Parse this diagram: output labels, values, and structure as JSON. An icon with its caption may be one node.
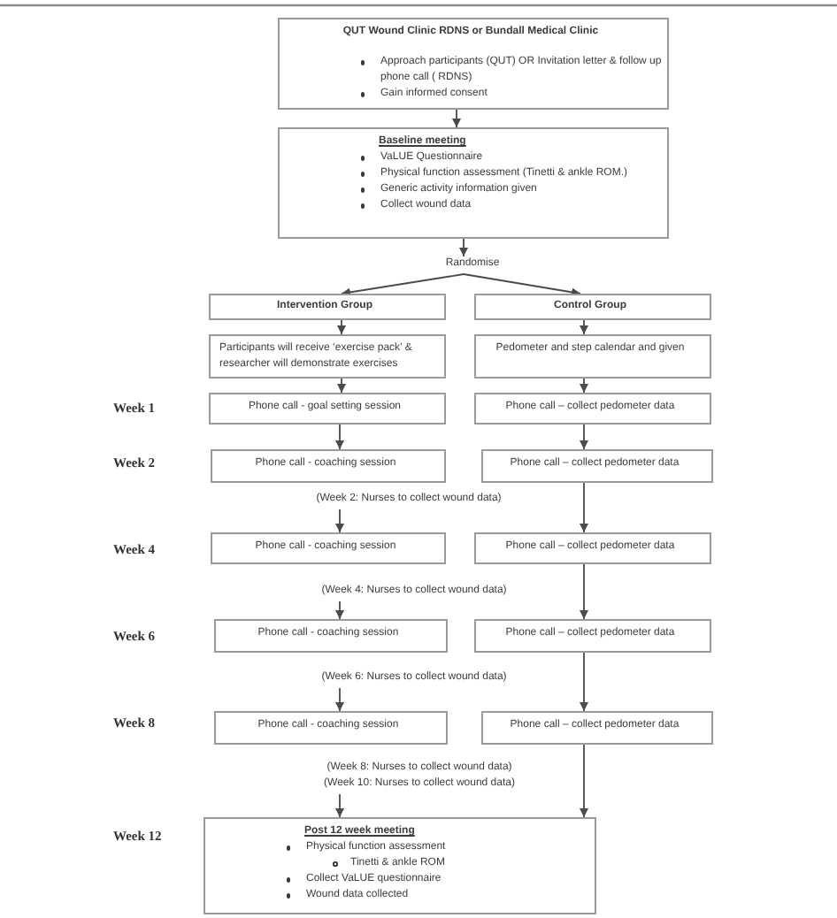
{
  "diagram": {
    "nodes": [
      {
        "text": [
          "QUT Wound Clinic RDNS or Bundall Medical Clinic",
          "Approach participants (QUT) OR Invitation letter & follow up phone call ( RDNS)",
          "Gain informed consent"
        ]
      },
      {
        "text": [
          "Baseline meeting",
          "VaLUE Questionnaire",
          "Physical function assessment (Tinetti & ankle ROM.)",
          "Generic activity information given",
          "Collect wound data"
        ]
      },
      {
        "text": [
          "Randomise"
        ]
      },
      {
        "text": [
          "Intervention Group"
        ]
      },
      {
        "text": [
          "Control Group"
        ]
      },
      {
        "text": [
          "Participants will receive ‘exercise pack’ & researcher will demonstrate exercises"
        ]
      },
      {
        "text": [
          "Pedometer and step calendar and given"
        ]
      },
      {
        "text": [
          "Phone call - goal setting session"
        ]
      },
      {
        "text": [
          "Phone call – collect pedometer data"
        ]
      },
      {
        "text": [
          "Phone call - coaching session"
        ]
      },
      {
        "text": [
          "Phone call – collect pedometer data"
        ]
      },
      {
        "text": [
          "(Week 2: Nurses to collect wound data)"
        ]
      },
      {
        "text": [
          "Phone call - coaching session"
        ]
      },
      {
        "text": [
          "Phone call – collect pedometer data"
        ]
      },
      {
        "text": [
          "(Week 4: Nurses to collect wound data)"
        ]
      },
      {
        "text": [
          "Phone call - coaching session"
        ]
      },
      {
        "text": [
          "Phone call – collect pedometer data"
        ]
      },
      {
        "text": [
          "(Week 6: Nurses to collect wound data)"
        ]
      },
      {
        "text": [
          "Phone call - coaching session"
        ]
      },
      {
        "text": [
          "Phone call – collect pedometer data"
        ]
      },
      {
        "text": [
          "(Week 8: Nurses to collect wound data)",
          "(Week 10: Nurses to collect wound data)"
        ]
      },
      {
        "text": [
          "Post 12 week meeting",
          "Physical function assessment",
          "Tinetti & ankle ROM",
          "Collect VaLUE questionnaire",
          "Wound data collected"
        ]
      }
    ],
    "edges": [
      {
        "from": 0,
        "to": 1,
        "arrow": "to"
      },
      {
        "from": 1,
        "to": 2,
        "arrow": "to"
      },
      {
        "from": 2,
        "to": 3,
        "arrow": "to"
      },
      {
        "from": 2,
        "to": 4,
        "arrow": "to"
      },
      {
        "from": 3,
        "to": 5,
        "arrow": "to"
      },
      {
        "from": 4,
        "to": 6,
        "arrow": "to"
      },
      {
        "from": 5,
        "to": 7,
        "arrow": "to"
      },
      {
        "from": 6,
        "to": 8,
        "arrow": "to"
      },
      {
        "from": 7,
        "to": 9,
        "arrow": "to"
      },
      {
        "from": 8,
        "to": 10,
        "arrow": "to"
      },
      {
        "from": 10,
        "to": 13,
        "arrow": "to"
      },
      {
        "from": 11,
        "to": 12,
        "arrow": "to"
      },
      {
        "from": 13,
        "to": 16,
        "arrow": "to"
      },
      {
        "from": 14,
        "to": 15,
        "arrow": "to"
      },
      {
        "from": 16,
        "to": 19,
        "arrow": "to"
      },
      {
        "from": 17,
        "to": 18,
        "arrow": "to"
      },
      {
        "from": 19,
        "to": 21,
        "arrow": "to"
      },
      {
        "from": 20,
        "to": 21,
        "arrow": "to"
      }
    ],
    "labels": [
      "Week 1",
      "Week 2",
      "Week 4",
      "Week 6",
      "Week 8",
      "Week 12"
    ]
  }
}
